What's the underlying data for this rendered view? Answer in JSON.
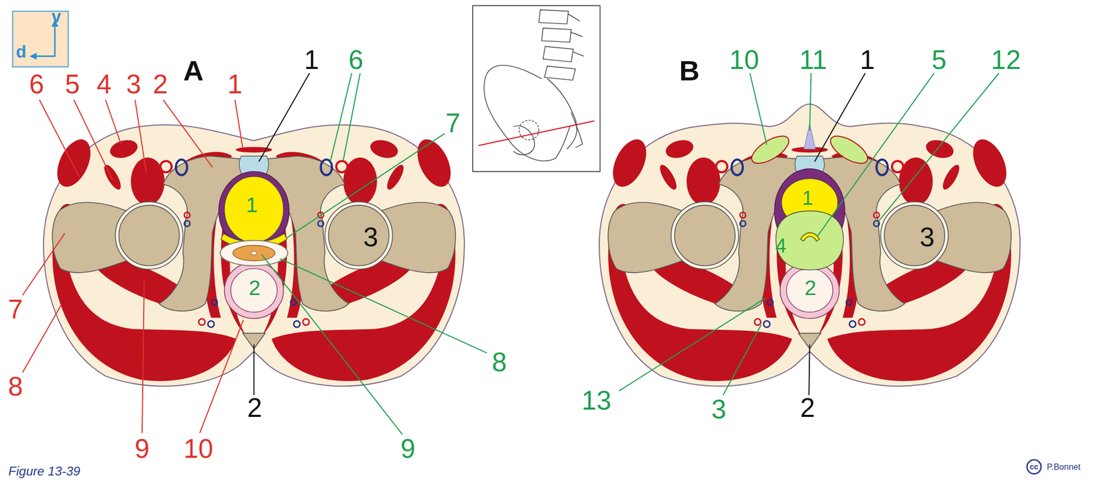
{
  "diagram": {
    "caption": "Figure 13-39",
    "labels": [
      "A",
      "1",
      "2",
      "3",
      "4",
      "5",
      "6",
      "1",
      "6",
      "7",
      "1",
      "3",
      "2",
      "7",
      "8",
      "9",
      "10",
      "2",
      "9",
      "8",
      "B",
      "10",
      "11",
      "1",
      "5",
      "12",
      "1",
      "4",
      "2",
      "3",
      "13",
      "3",
      "2",
      "v",
      "d",
      "cc",
      "P.Bonnet"
    ]
  }
}
